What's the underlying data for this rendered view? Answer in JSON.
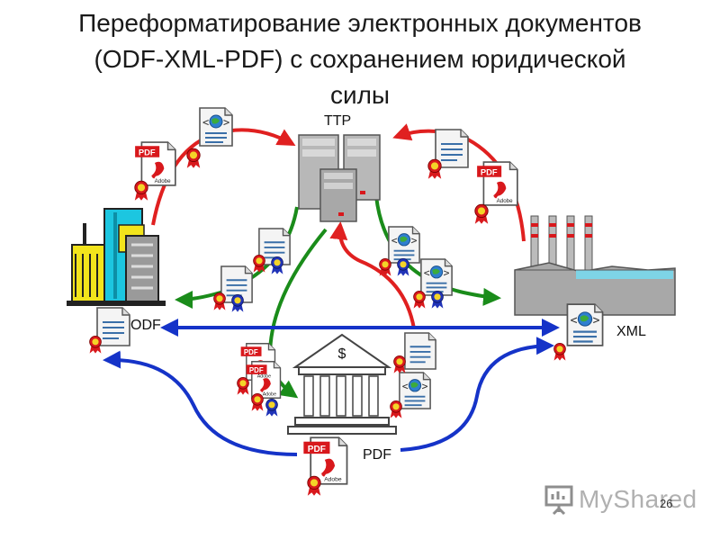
{
  "slide": {
    "title_line1": "Переформатирование электронных документов",
    "title_line2": "(ODF-XML-PDF) с сохранением юридической",
    "title_line3": "силы",
    "page_number": "26"
  },
  "nodes": {
    "ttp": "TTP",
    "odf": "ODF",
    "xml": "XML",
    "pdf": "PDF",
    "bank_symbol": "$"
  },
  "doc_badges": {
    "pdf": "PDF",
    "adobe": "Adobe"
  },
  "watermark": {
    "text": "MyShared"
  },
  "colors": {
    "red_arrow": "#e02020",
    "green_arrow": "#1a8c1a",
    "blue_arrow": "#1533c8",
    "seal_red": "#d8181c",
    "seal_blue": "#2033b8",
    "pdf_red": "#d8181c"
  }
}
